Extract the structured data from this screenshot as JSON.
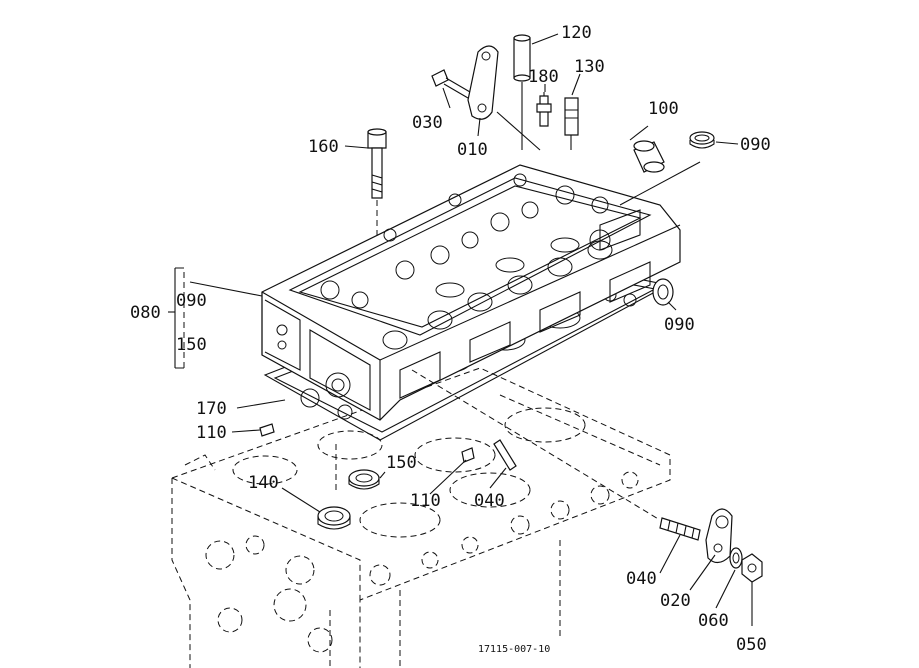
{
  "labels": {
    "p120": "120",
    "p180": "180",
    "p130": "130",
    "p030": "030",
    "p010": "010",
    "p100": "100",
    "p090_top": "090",
    "p160": "160",
    "p080": "080",
    "p090_group": "090",
    "p150_group": "150",
    "p090_right": "090",
    "p170": "170",
    "p110_left": "110",
    "p150": "150",
    "p140": "140",
    "p110_mid": "110",
    "p040_mid": "040",
    "p040_bot": "040",
    "p020": "020",
    "p060": "060",
    "p050": "050"
  },
  "drawing_code": "17115-007-10"
}
